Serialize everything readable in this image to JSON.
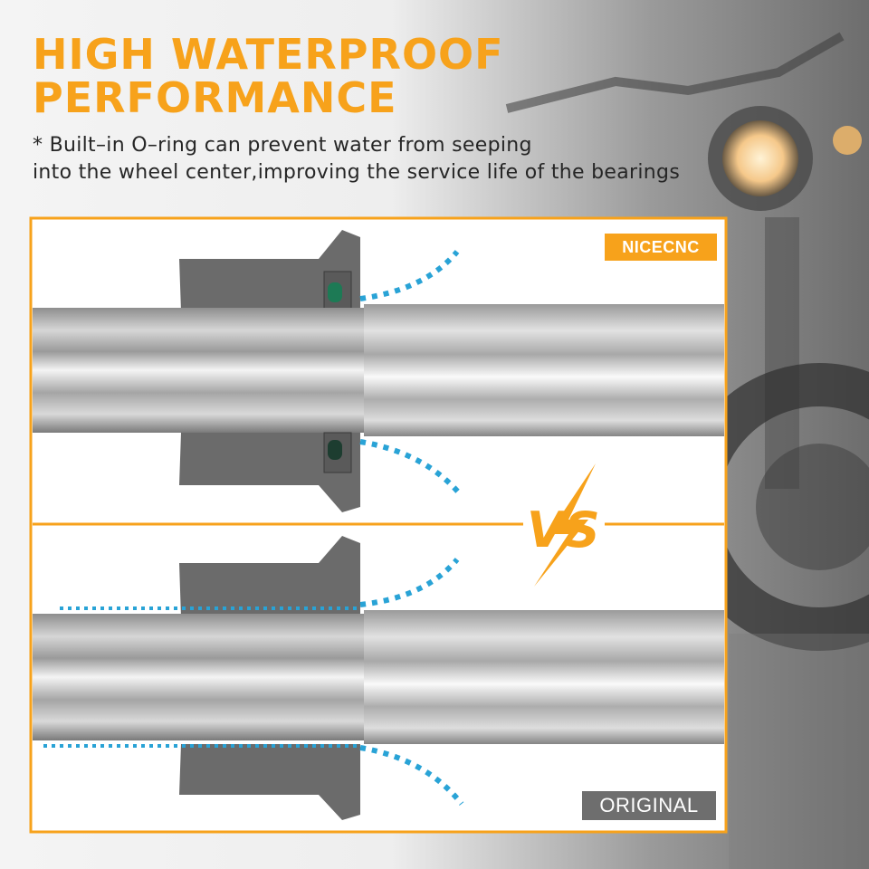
{
  "headline": {
    "line1": "HIGH WATERPROOF",
    "line2": "PERFORMANCE"
  },
  "subtitle": {
    "line1": "* Built–in O–ring can prevent water from seeping",
    "line2": "into the wheel center,improving the service life of the bearings"
  },
  "panels": {
    "top_label": "NICECNC",
    "bottom_label": "ORIGINAL",
    "vs_text": "VS"
  },
  "colors": {
    "accent": "#f7a21b",
    "water": "#29a3d6",
    "oring": "#1d7a55",
    "shaft": "#b9b9b9",
    "bushing": "#6b6b6b",
    "original_label_bg": "#6e6e6e"
  },
  "icons": {
    "background": "motorcycle-photo",
    "vs_emblem": "lightning-vs-icon"
  }
}
